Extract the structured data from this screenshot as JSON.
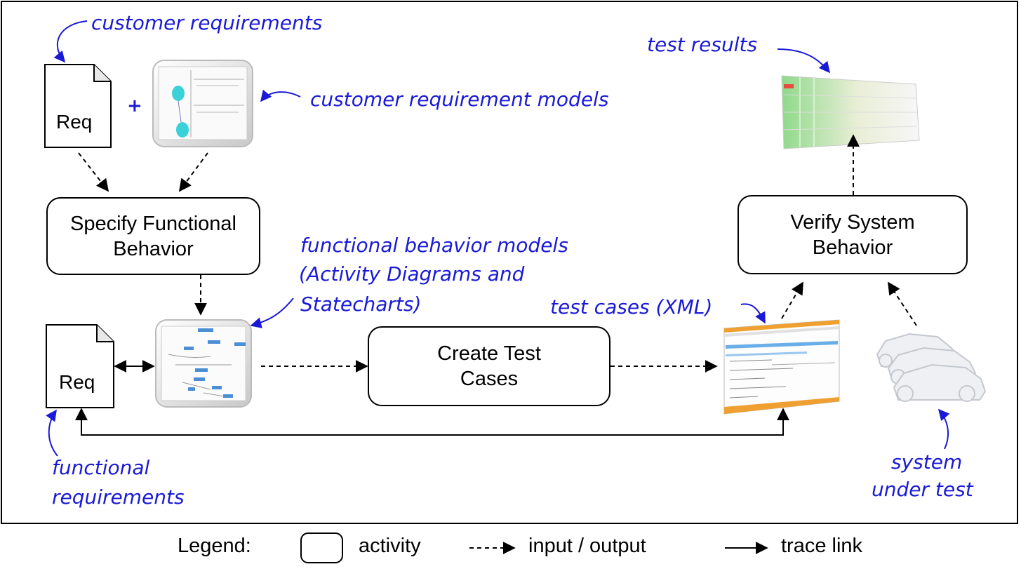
{
  "activities": {
    "specify": "Specify Functional Behavior",
    "create": "Create Test Cases",
    "verify": "Verify System Behavior"
  },
  "documents": {
    "req_top": "Req",
    "req_bottom": "Req"
  },
  "plus_sign": "+",
  "annotations": {
    "customer_requirements": "customer requirements",
    "customer_requirement_models": "customer requirement models",
    "functional_behavior_models": [
      "functional behavior models",
      "(Activity Diagrams and",
      "Statecharts)"
    ],
    "test_cases": "test cases (XML)",
    "test_results": "test results",
    "functional_requirements": [
      "functional",
      "requirements"
    ],
    "system_under_test": [
      "system",
      "under test"
    ]
  },
  "legend": {
    "title": "Legend:",
    "activity": "activity",
    "input_output": "input / output",
    "trace_link": "trace link"
  },
  "colors": {
    "annotation": "#1a1ad6",
    "line": "#000000"
  }
}
